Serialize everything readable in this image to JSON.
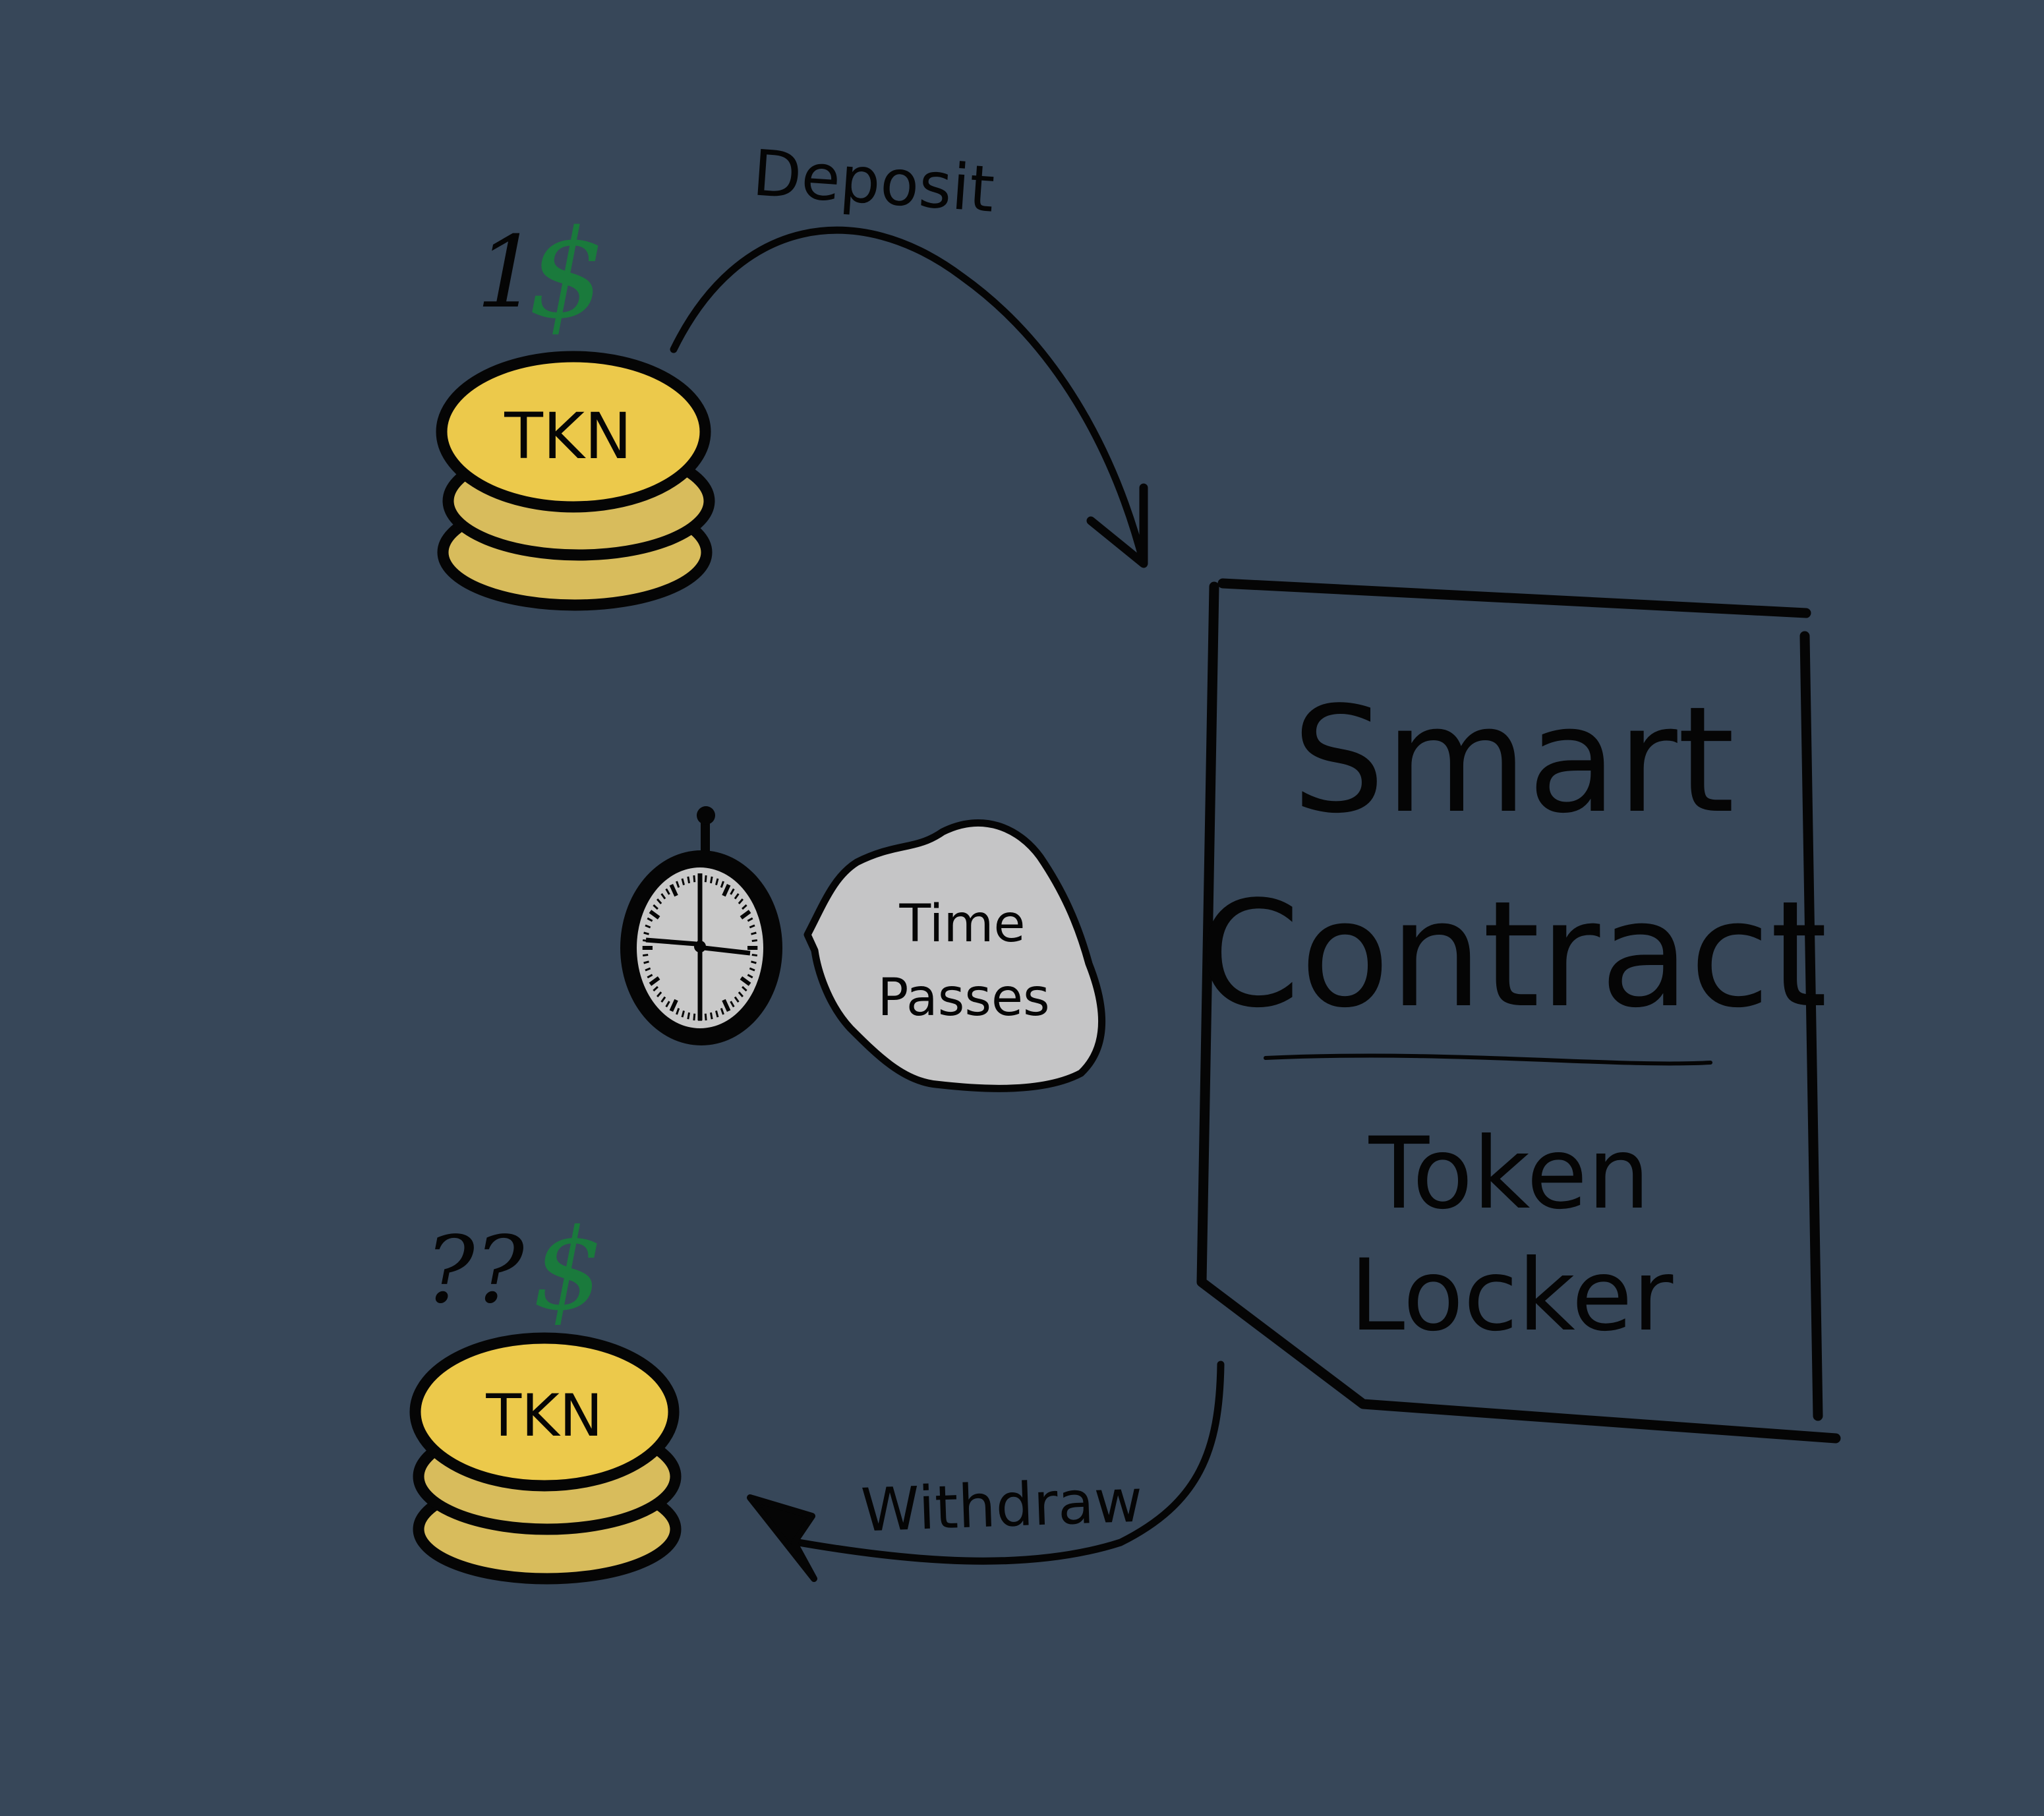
{
  "colors": {
    "background": "#374759",
    "ink": "#050505",
    "coin_face": "#ecc94b",
    "coin_side": "#d8bc5c",
    "dollar_green": "#1a7a3c",
    "bubble_fill": "#c5c5c6",
    "clock_face": "#c9c9c9"
  },
  "deposit": {
    "coin_label": "TKN",
    "price_amount": "1",
    "price_symbol": "$",
    "arrow_label": "Deposit"
  },
  "timer": {
    "icon": "stopwatch-icon",
    "bubble_line1": "Time",
    "bubble_line2": "Passes"
  },
  "contract": {
    "title_line1": "Smart",
    "title_line2": "Contract",
    "subtitle_line1": "Token",
    "subtitle_line2": "Locker"
  },
  "withdraw": {
    "coin_label": "TKN",
    "price_amount": "??",
    "price_symbol": "$",
    "arrow_label": "Withdraw"
  }
}
